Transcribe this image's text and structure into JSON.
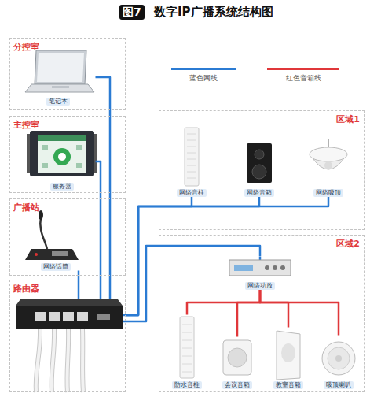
{
  "diagram": {
    "title": "数字IP广播系统结构图",
    "nodes": [
      {
        "text": [
          "分控室"
        ]
      },
      {
        "text": [
          "笔记本"
        ],
        "in": 0
      },
      {
        "text": [
          "主控室"
        ]
      },
      {
        "text": [
          "服务器"
        ],
        "in": 2
      },
      {
        "text": [
          "广播站"
        ]
      },
      {
        "text": [
          "网络话筒"
        ],
        "in": 4
      },
      {
        "text": [
          "路由器"
        ]
      },
      {
        "text": [
          "区域1"
        ]
      },
      {
        "text": [
          "网络音柱"
        ],
        "in": 7
      },
      {
        "text": [
          "网络音箱"
        ],
        "in": 7
      },
      {
        "text": [
          "网络吸顶"
        ],
        "in": 7
      },
      {
        "text": [
          "区域2"
        ]
      },
      {
        "text": [
          "网络功放"
        ],
        "in": 11
      },
      {
        "text": [
          "防水音柱"
        ],
        "in": 11
      },
      {
        "text": [
          "会议音箱"
        ],
        "in": 11
      },
      {
        "text": [
          "教室音箱"
        ],
        "in": 11
      },
      {
        "text": [
          "吸顶喇叭"
        ],
        "in": 11
      }
    ],
    "edges": [
      {
        "from": 6,
        "to": 1,
        "arrow": "none"
      },
      {
        "from": 6,
        "to": 3,
        "arrow": "none"
      },
      {
        "from": 6,
        "to": 5,
        "arrow": "none"
      },
      {
        "from": 6,
        "to": 8,
        "arrow": "none"
      },
      {
        "from": 6,
        "to": 9,
        "arrow": "none"
      },
      {
        "from": 6,
        "to": 10,
        "arrow": "none"
      },
      {
        "from": 6,
        "to": 12,
        "arrow": "none"
      },
      {
        "from": 12,
        "to": 13,
        "arrow": "none"
      },
      {
        "from": 12,
        "to": 14,
        "arrow": "none"
      },
      {
        "from": 12,
        "to": 15,
        "arrow": "none"
      },
      {
        "from": 12,
        "to": 16,
        "arrow": "none"
      }
    ],
    "labels": [
      "图7"
    ],
    "legend": [
      {
        "text": "蓝色网线"
      },
      {
        "text": "红色音箱线"
      }
    ]
  }
}
